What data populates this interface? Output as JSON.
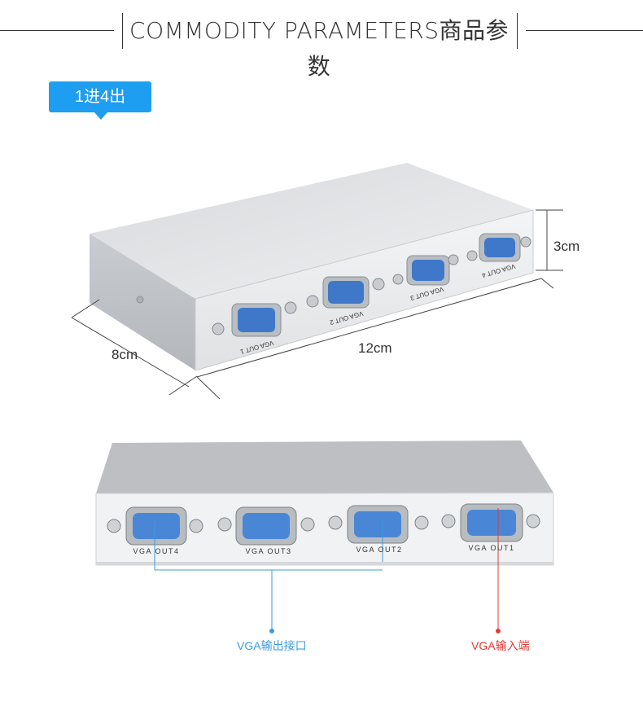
{
  "header": {
    "title": "COMMODITY PARAMETERS商品参数"
  },
  "badge": {
    "label": "1进4出"
  },
  "top_device": {
    "port_labels": [
      "VGA OUT 1",
      "VGA OUT 2",
      "VGA OUT 3",
      "VGA OUT 4"
    ]
  },
  "dimensions": {
    "height": "3cm",
    "depth": "8cm",
    "width": "12cm"
  },
  "bottom_device": {
    "port_labels": [
      "VGA OUT4",
      "VGA OUT3",
      "VGA OUT2",
      "VGA OUT1"
    ]
  },
  "callouts": {
    "output": {
      "label": "VGA输出接口",
      "color": "#3a9be0"
    },
    "input": {
      "label": "VGA输入端",
      "color": "#e53935"
    }
  }
}
